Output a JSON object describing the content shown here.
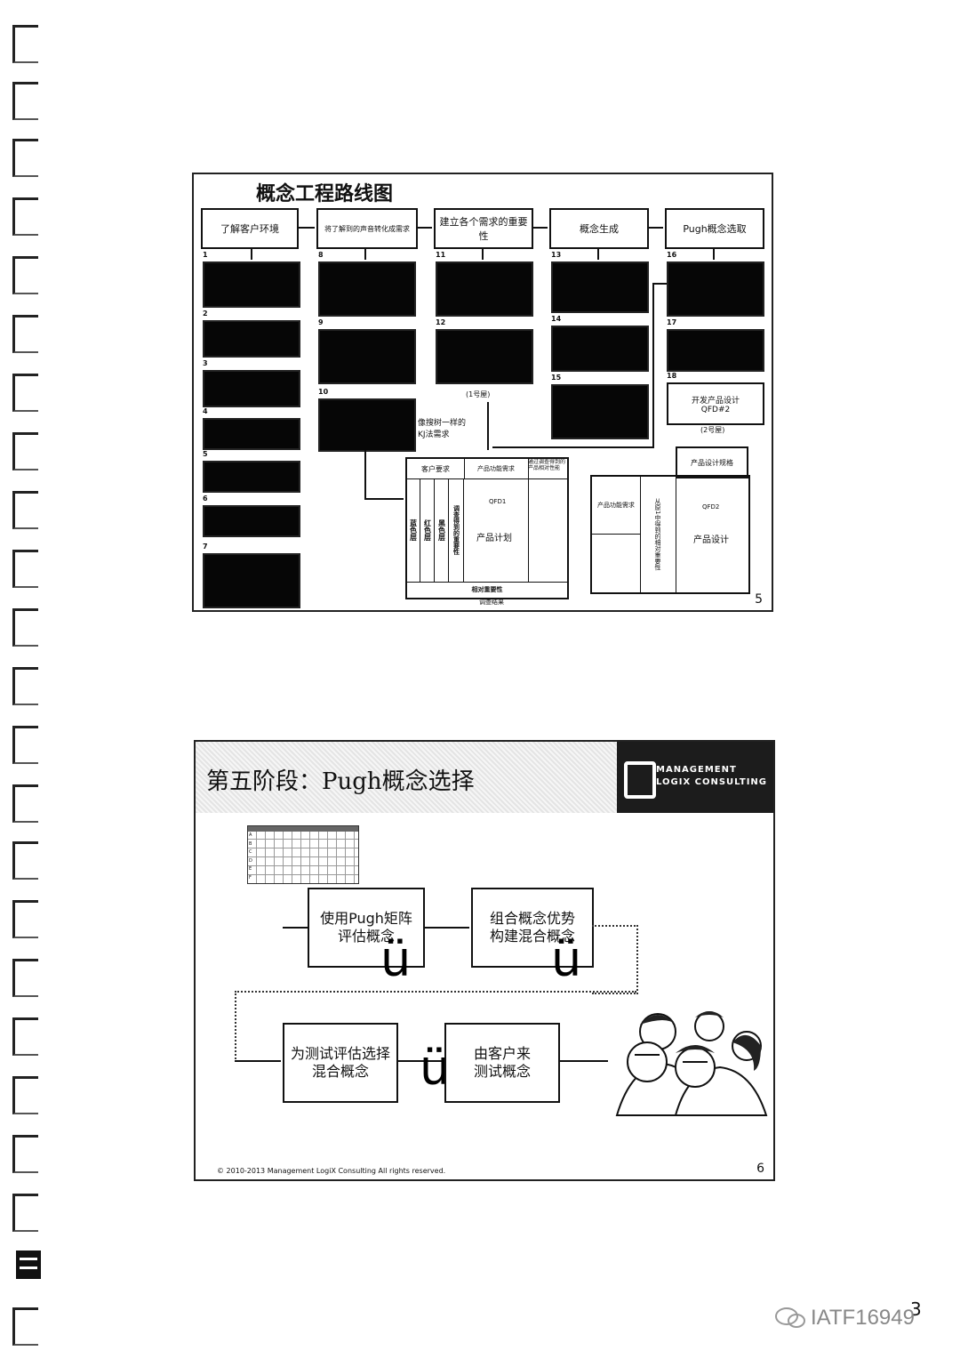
{
  "slide1": {
    "title": "概念工程路线图",
    "page_number": "5",
    "headers": [
      "了解客户环境",
      "将了解到的声音转化成需求",
      "建立各个需求的重要性",
      "概念生成",
      "Pugh概念选取"
    ],
    "step_numbers": [
      "1",
      "2",
      "3",
      "4",
      "5",
      "6",
      "7",
      "8",
      "9",
      "10",
      "11",
      "12",
      "13",
      "14",
      "15",
      "16",
      "17",
      "18"
    ],
    "kj_note": "像搜树一样的KJ法需求",
    "house1_label": "(1号屋)",
    "house2_label": "(2号屋)",
    "develop_design": "开发产品设计",
    "qfd2_box": "QFD#2",
    "matrix1": {
      "col_customer": "客户要求",
      "col_function": "产品功能需求",
      "col_importance": "通过调查得到的产品相对性能",
      "rows_vertical": [
        "蓝色层",
        "红色层",
        "黑色层",
        "调查得到的重要性"
      ],
      "qfd": "QFD1",
      "plan": "产品计划",
      "relative": "相对重要性",
      "survey": "调查结果"
    },
    "matrix2": {
      "spec": "产品设计规格",
      "function": "产品功能需求",
      "vertical": "从原1中得到的相对重要性",
      "qfd": "QFD2",
      "design": "产品设计"
    }
  },
  "slide2": {
    "title": "第五阶段：Pugh概念选择",
    "logo_line1": "MANAGEMENT",
    "logo_line2": "LOGIX CONSULTING",
    "matrix_rows": [
      "A",
      "B",
      "C",
      "D",
      "E",
      "F"
    ],
    "step1": [
      "使用Pugh矩阵",
      "评估概念"
    ],
    "step2": [
      "组合概念优势",
      "构建混合概念"
    ],
    "step3": [
      "为测试评估选择",
      "混合概念"
    ],
    "step4": [
      "由客户来",
      "测试概念"
    ],
    "glyph": "ü",
    "copyright": "© 2010-2013  Management LogiX Consulting All rights reserved.",
    "page_number": "6"
  },
  "page_number": "3",
  "watermark": "IATF16949"
}
